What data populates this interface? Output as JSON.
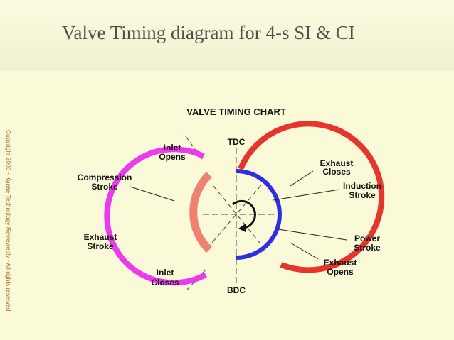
{
  "slide": {
    "title": "Valve Timing diagram for 4-s SI & CI",
    "copyright": "Copyright 2003 - Kunse Technology Reviewedly - All rights reserved"
  },
  "diagram": {
    "heading": "VALVE TIMING CHART",
    "tdc": "TDC",
    "bdc": "BDC",
    "inlet_opens": [
      "Inlet",
      "Opens"
    ],
    "inlet_closes": [
      "Inlet",
      "Closes"
    ],
    "exhaust_closes": [
      "Exhaust",
      "Closes"
    ],
    "exhaust_opens": [
      "Exhaust",
      "Opens"
    ],
    "compression_stroke": [
      "Compression",
      "Stroke"
    ],
    "exhaust_stroke": [
      "Exhaust",
      "Stroke"
    ],
    "induction_stroke": [
      "Induction",
      "Stroke"
    ],
    "power_stroke": [
      "Power",
      "Stroke"
    ]
  },
  "colors": {
    "inlet_arc": "#ec3aec",
    "exhaust_arc": "#e8352b",
    "compression_arc": "#f08070",
    "power_arc": "#2e2ee6"
  }
}
